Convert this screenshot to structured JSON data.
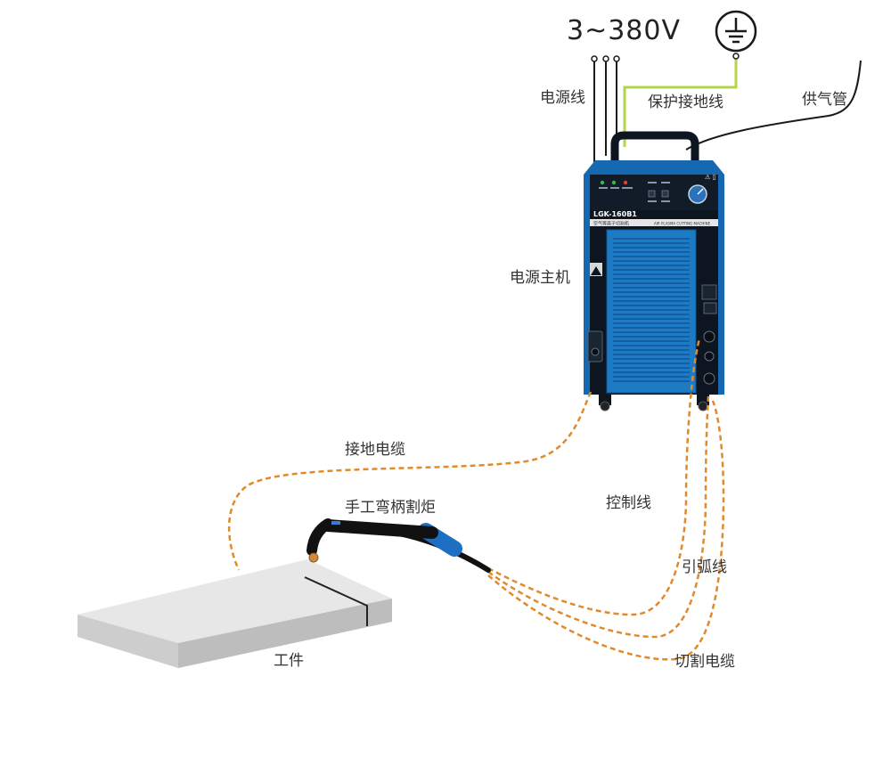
{
  "labels": {
    "voltage": "3~380V",
    "power_line": "电源线",
    "ground_protect": "保护接地线",
    "gas_pipe": "供气管",
    "main_unit": "电源主机",
    "ground_cable": "接地电缆",
    "torch": "手工弯柄割炬",
    "control_line": "控制线",
    "arc_line": "引弧线",
    "cut_cable": "切割电缆",
    "workpiece": "工件"
  },
  "machine": {
    "model": "LGK-160B1",
    "name_cn": "空气等离子切割机",
    "name_en": "AIR PLASMA CUTTING MACHINE"
  },
  "colors": {
    "machine_body": "#0c1520",
    "machine_blue": "#1668b0",
    "panel_blue": "#1d7ac4",
    "dashed_cable": "#e08a2c",
    "ground_wire": "#b6d44a",
    "workpiece_top": "#e7e7e7",
    "workpiece_side": "#bdbdbd"
  }
}
